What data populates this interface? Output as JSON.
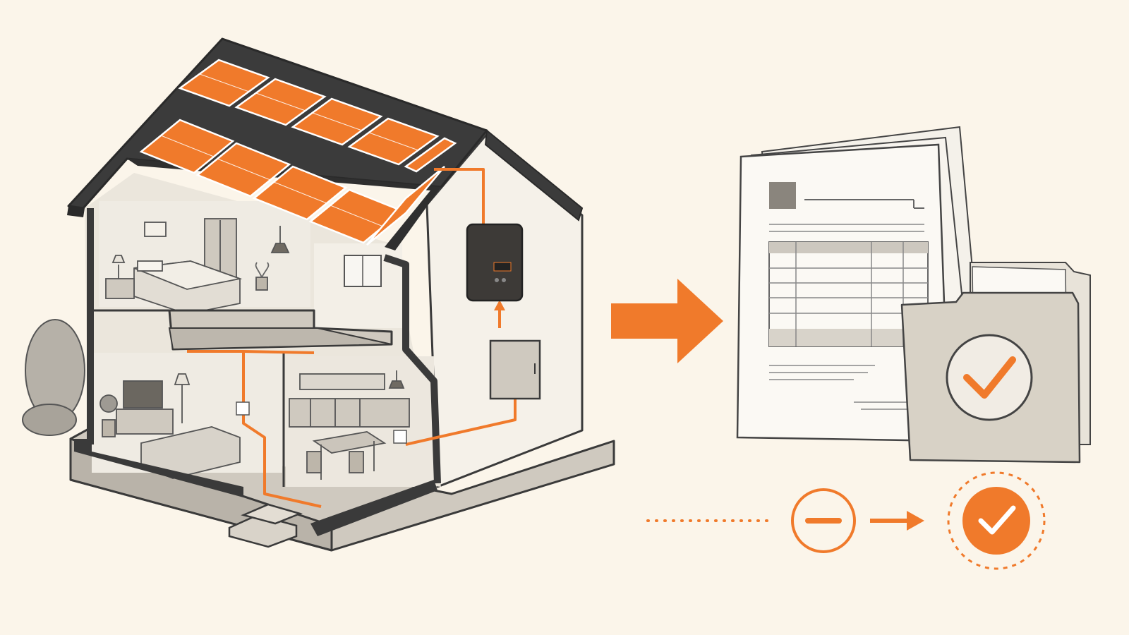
{
  "illustration": {
    "house": {
      "icon": "house-cutaway-icon",
      "solar_panel_count": 10,
      "rooms": [
        "bedroom",
        "living-room",
        "kitchen-dining"
      ],
      "equipment": [
        "solar-panels",
        "inverter",
        "distribution-panel",
        "wall-outlet",
        "kitchen-outlet"
      ]
    },
    "flow_arrow": {
      "icon": "arrow-right-icon"
    },
    "paperwork": {
      "icons": [
        "document-stack-icon",
        "folder-icon",
        "check-circle-icon"
      ]
    },
    "status_flow": {
      "steps": [
        {
          "name": "pending",
          "icon": "minus-circle-icon"
        },
        {
          "name": "approved",
          "icon": "check-circle-icon"
        }
      ]
    }
  },
  "colors": {
    "background": "#fbf5ea",
    "accent": "#f07a2b",
    "outline": "#3a3a3a",
    "roof": "#3b3b3b",
    "wall_light": "#f6f2ea",
    "interior": "#ece7de",
    "folder": "#d8d2c6"
  }
}
